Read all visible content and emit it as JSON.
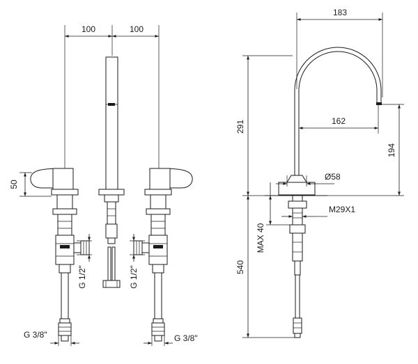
{
  "dimensions": {
    "spacing_left": "100",
    "spacing_right": "100",
    "lever_height": "50",
    "thread_left": "G 1/2\"",
    "thread_right": "G 1/2\"",
    "hose_left": "G 3/8\"",
    "hose_right": "G 3/8\"",
    "spout_reach": "183",
    "spout_inner_reach": "162",
    "spout_height": "291",
    "outlet_height": "194",
    "base_diameter": "Ø58",
    "mount_thread": "M29X1",
    "max_deck": "MAX 40",
    "below_deck": "540"
  }
}
